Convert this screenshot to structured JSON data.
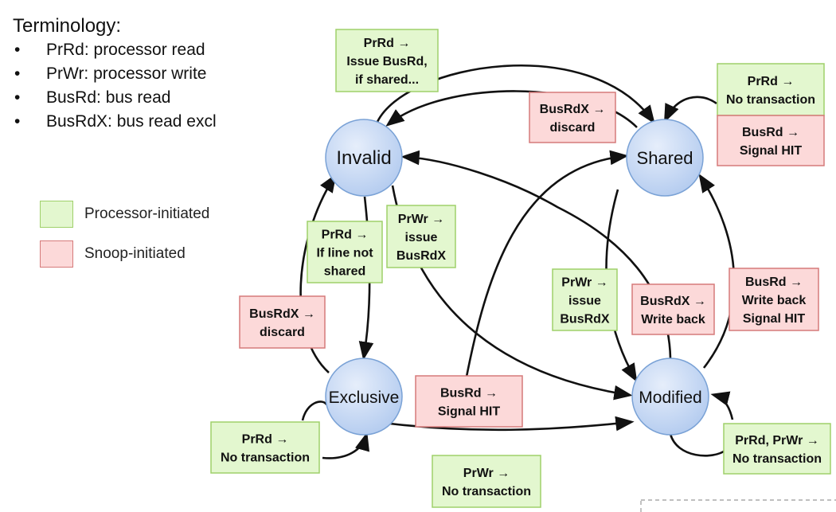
{
  "terminology": {
    "title": "Terminology:",
    "items": [
      "PrRd: processor read",
      "PrWr: processor write",
      "BusRd: bus read",
      "BusRdX: bus read excl"
    ]
  },
  "legend": {
    "processor_label": "Processor-initiated",
    "snoop_label": "Snoop-initiated"
  },
  "states": {
    "invalid": "Invalid",
    "shared": "Shared",
    "exclusive": "Exclusive",
    "modified": "Modified"
  },
  "transitions": [
    {
      "id": "i-prrd-issue-busrd",
      "kind": "processor",
      "lines": [
        "PrRd →",
        "Issue BusRd,",
        "if shared..."
      ]
    },
    {
      "id": "s-busrdx-discard",
      "kind": "snoop",
      "lines": [
        "BusRdX →",
        "discard"
      ]
    },
    {
      "id": "s-prrd-no-transaction",
      "kind": "processor",
      "lines": [
        "PrRd →",
        "No transaction"
      ]
    },
    {
      "id": "s-busrd-signal-hit",
      "kind": "snoop",
      "lines": [
        "BusRd →",
        "Signal HIT"
      ]
    },
    {
      "id": "i-prrd-if-line-not-shared",
      "kind": "processor",
      "lines": [
        "PrRd →",
        "If line not",
        "shared"
      ]
    },
    {
      "id": "i-prwr-issue-busrdx",
      "kind": "processor",
      "lines": [
        "PrWr →",
        "issue",
        "BusRdX"
      ]
    },
    {
      "id": "e-busrdx-discard",
      "kind": "snoop",
      "lines": [
        "BusRdX →",
        "discard"
      ]
    },
    {
      "id": "s-prwr-issue-busrdx",
      "kind": "processor",
      "lines": [
        "PrWr →",
        "issue",
        "BusRdX"
      ]
    },
    {
      "id": "m-busrdx-write-back",
      "kind": "snoop",
      "lines": [
        "BusRdX →",
        "Write back"
      ]
    },
    {
      "id": "m-busrd-write-back-hit",
      "kind": "snoop",
      "lines": [
        "BusRd →",
        "Write back",
        "Signal HIT"
      ]
    },
    {
      "id": "e-busrd-signal-hit",
      "kind": "snoop",
      "lines": [
        "BusRd →",
        "Signal HIT"
      ]
    },
    {
      "id": "e-prrd-no-transaction",
      "kind": "processor",
      "lines": [
        "PrRd →",
        "No transaction"
      ]
    },
    {
      "id": "m-prrd-prwr-no-transaction",
      "kind": "processor",
      "lines": [
        "PrRd, PrWr →",
        "No transaction"
      ]
    },
    {
      "id": "e-prwr-no-transaction",
      "kind": "processor",
      "lines": [
        "PrWr →",
        "No transaction"
      ]
    }
  ],
  "colors": {
    "processor_fill": "#e3f7cf",
    "processor_stroke": "#9fd06a",
    "snoop_fill": "#fcd9d9",
    "snoop_stroke": "#d57a7a",
    "state_fill": "#c9daf5",
    "state_stroke": "#7aa2d6",
    "arrow": "#111111"
  }
}
